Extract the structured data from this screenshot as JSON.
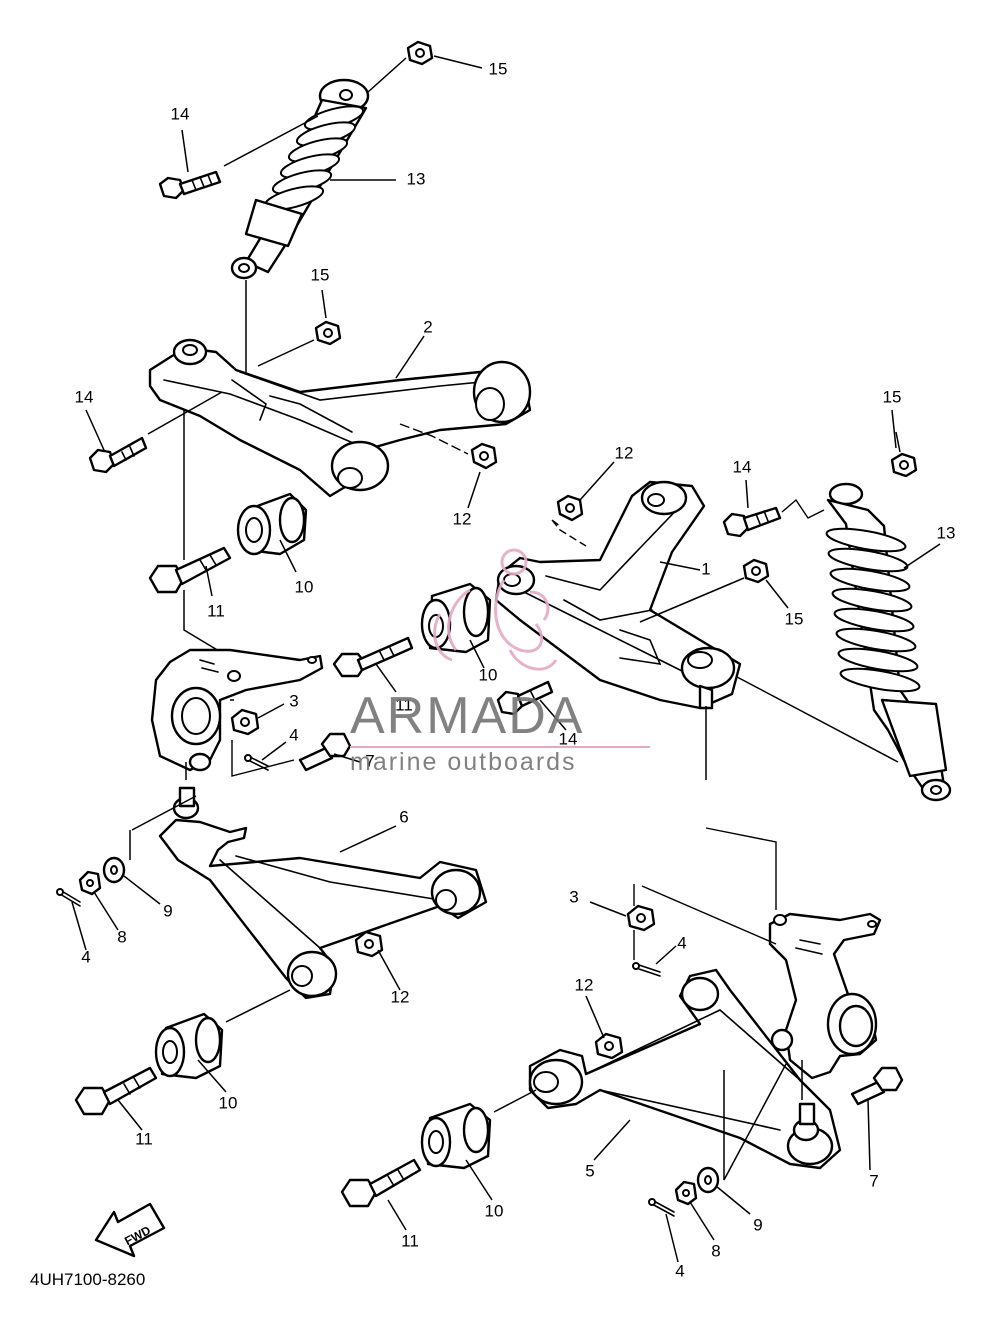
{
  "diagram_code": "4UH7100-8260",
  "fwd_label": "FWD",
  "watermark": {
    "brand": "ARMADA",
    "subtitle": "marine outboards",
    "colors": {
      "text": "#747474",
      "accent": "#e4a9c4"
    }
  },
  "callouts": [
    {
      "id": "c15a",
      "label": "15"
    },
    {
      "id": "c14a",
      "label": "14"
    },
    {
      "id": "c13a",
      "label": "13"
    },
    {
      "id": "c15b",
      "label": "15"
    },
    {
      "id": "c2",
      "label": "2"
    },
    {
      "id": "c14b",
      "label": "14"
    },
    {
      "id": "c12a",
      "label": "12"
    },
    {
      "id": "c10a",
      "label": "10"
    },
    {
      "id": "c11a",
      "label": "11"
    },
    {
      "id": "c12b",
      "label": "12"
    },
    {
      "id": "c1",
      "label": "1"
    },
    {
      "id": "c14c",
      "label": "14"
    },
    {
      "id": "c15c",
      "label": "15"
    },
    {
      "id": "c13b",
      "label": "13"
    },
    {
      "id": "c15d",
      "label": "15"
    },
    {
      "id": "c10b",
      "label": "10"
    },
    {
      "id": "c11b",
      "label": "11"
    },
    {
      "id": "c14d",
      "label": "14"
    },
    {
      "id": "c3a",
      "label": "3"
    },
    {
      "id": "c4a",
      "label": "4"
    },
    {
      "id": "c7a",
      "label": "7"
    },
    {
      "id": "c6",
      "label": "6"
    },
    {
      "id": "c9a",
      "label": "9"
    },
    {
      "id": "c8a",
      "label": "8"
    },
    {
      "id": "c4b",
      "label": "4"
    },
    {
      "id": "c12c",
      "label": "12"
    },
    {
      "id": "c10c",
      "label": "10"
    },
    {
      "id": "c11c",
      "label": "11"
    },
    {
      "id": "c3b",
      "label": "3"
    },
    {
      "id": "c4c",
      "label": "4"
    },
    {
      "id": "c12d",
      "label": "12"
    },
    {
      "id": "c7b",
      "label": "7"
    },
    {
      "id": "c5",
      "label": "5"
    },
    {
      "id": "c10d",
      "label": "10"
    },
    {
      "id": "c11d",
      "label": "11"
    },
    {
      "id": "c9b",
      "label": "9"
    },
    {
      "id": "c8b",
      "label": "8"
    },
    {
      "id": "c4d",
      "label": "4"
    }
  ]
}
